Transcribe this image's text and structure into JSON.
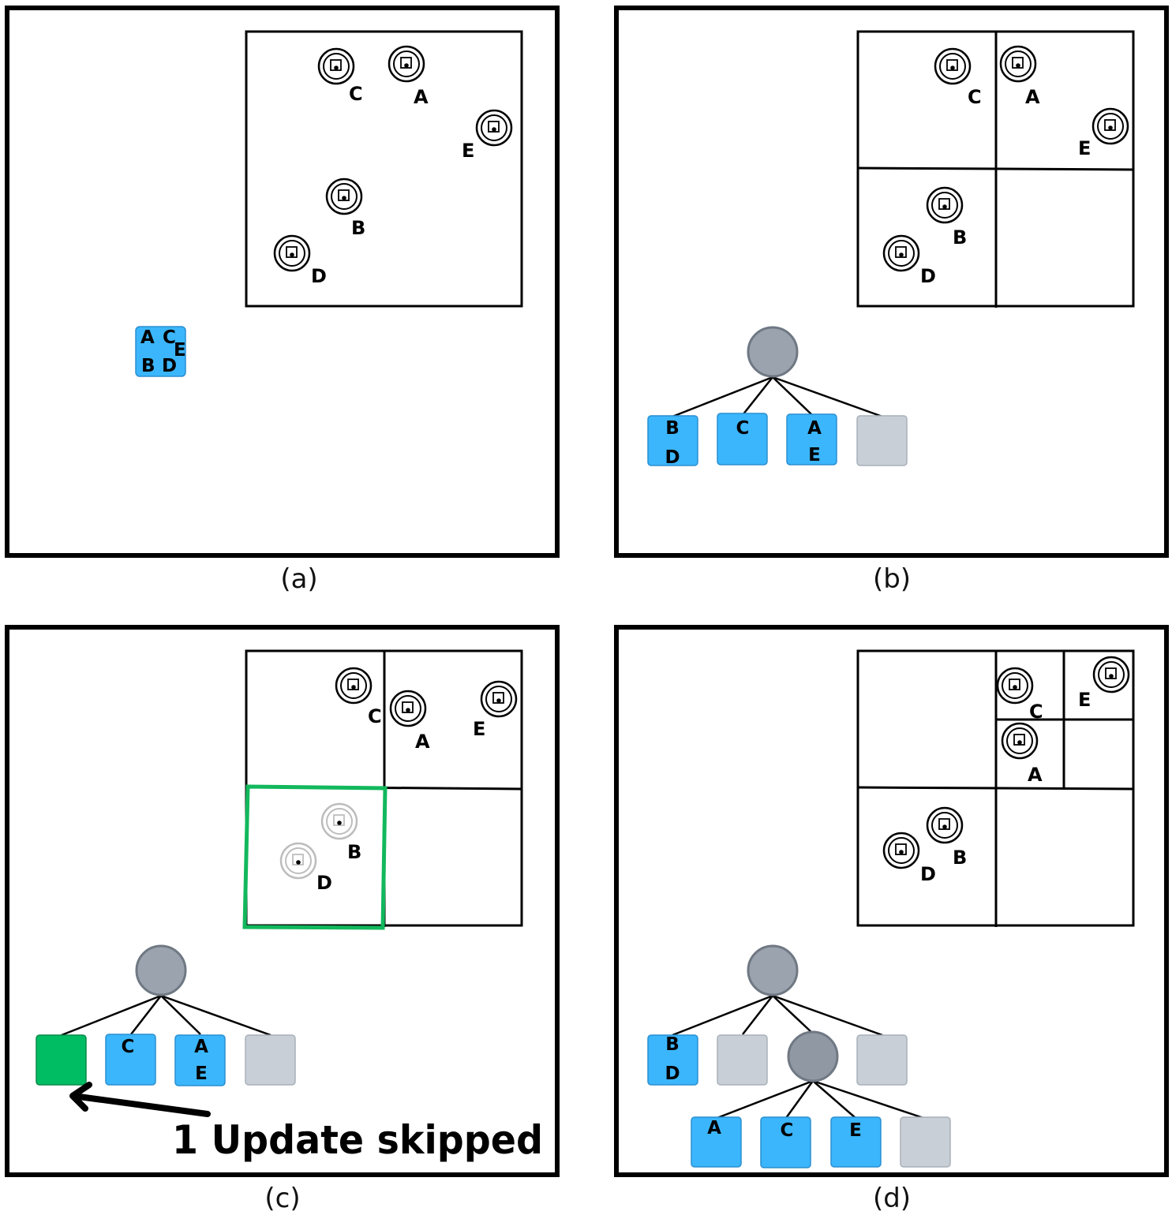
{
  "panels": [
    {
      "caption": "(a)",
      "robots": [
        {
          "id": "C"
        },
        {
          "id": "A"
        },
        {
          "id": "E"
        },
        {
          "id": "B"
        },
        {
          "id": "D"
        }
      ],
      "tree": {
        "root": {
          "labels": [
            "A",
            "C",
            "E",
            "B",
            "D"
          ],
          "color": "#3bb6fc"
        }
      }
    },
    {
      "caption": "(b)",
      "robots": [
        {
          "id": "C"
        },
        {
          "id": "A"
        },
        {
          "id": "E"
        },
        {
          "id": "B"
        },
        {
          "id": "D"
        }
      ],
      "tree": {
        "children": [
          {
            "labels": [
              "B",
              "D"
            ],
            "state": "occupied"
          },
          {
            "labels": [
              "C"
            ],
            "state": "occupied"
          },
          {
            "labels": [
              "A",
              "E"
            ],
            "state": "occupied"
          },
          {
            "labels": [],
            "state": "empty"
          }
        ]
      }
    },
    {
      "caption": "(c)",
      "robots": [
        {
          "id": "C"
        },
        {
          "id": "A"
        },
        {
          "id": "E"
        },
        {
          "id": "B",
          "faded": true
        },
        {
          "id": "D",
          "faded": true
        }
      ],
      "highlight_quadrant": "bottom-left",
      "tree": {
        "children": [
          {
            "labels": [],
            "state": "skipped"
          },
          {
            "labels": [
              "C"
            ],
            "state": "occupied"
          },
          {
            "labels": [
              "A",
              "E"
            ],
            "state": "occupied"
          },
          {
            "labels": [],
            "state": "empty"
          }
        ]
      },
      "callout": "1 Update skipped"
    },
    {
      "caption": "(d)",
      "robots": [
        {
          "id": "C"
        },
        {
          "id": "E"
        },
        {
          "id": "A"
        },
        {
          "id": "B"
        },
        {
          "id": "D"
        }
      ],
      "tree": {
        "children": [
          {
            "labels": [
              "B",
              "D"
            ],
            "state": "occupied"
          },
          {
            "labels": [],
            "state": "empty"
          },
          {
            "labels": [],
            "state": "subdivided"
          },
          {
            "labels": [],
            "state": "empty"
          }
        ],
        "grandchildren": [
          {
            "labels": [
              "A"
            ],
            "state": "occupied"
          },
          {
            "labels": [
              "C"
            ],
            "state": "occupied"
          },
          {
            "labels": [
              "E"
            ],
            "state": "occupied"
          },
          {
            "labels": [],
            "state": "empty"
          }
        ]
      }
    }
  ],
  "colors": {
    "occupied": "#3bb6fc",
    "empty": "#c8cfd7",
    "skipped": "#00bd63",
    "node": "#9aa3ae",
    "node_stroke": "#6f7883",
    "highlight": "#12b85c",
    "faded": "#bdbdbd"
  }
}
